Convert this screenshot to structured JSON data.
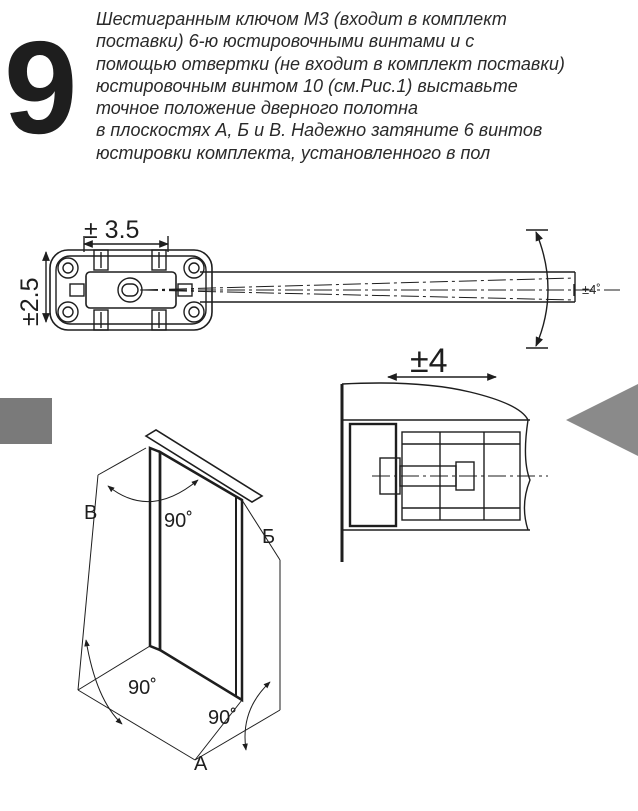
{
  "step": {
    "number": "9",
    "text_lines": [
      "Шестигранным ключом М3 (входит в комплект",
      "поставки) 6-ю юстировочными винтами и с",
      "помощью отвертки (не входит в комплект поставки)",
      "юстировочным винтом 10 (см.Рис.1) выставьте",
      "точное положение дверного полотна",
      "в плоскостях А, Б и В. Надежно затяните 6 винтов",
      "юстировки комплекта, установленного в пол"
    ]
  },
  "diagram_top": {
    "dim_horizontal": "± 3.5",
    "dim_vertical": "±2.5",
    "angle_label": "±4˚"
  },
  "diagram_right": {
    "dim_label": "±4"
  },
  "diagram_door": {
    "plane_a": "А",
    "plane_b": "Б",
    "plane_v": "В",
    "angle_top": "90˚",
    "angle_bottom_left": "90˚",
    "angle_bottom_right": "90˚"
  },
  "colors": {
    "line": "#1e1e1e",
    "grey_block": "#7a7a7a",
    "grey_triangle": "#8a8a8a"
  }
}
